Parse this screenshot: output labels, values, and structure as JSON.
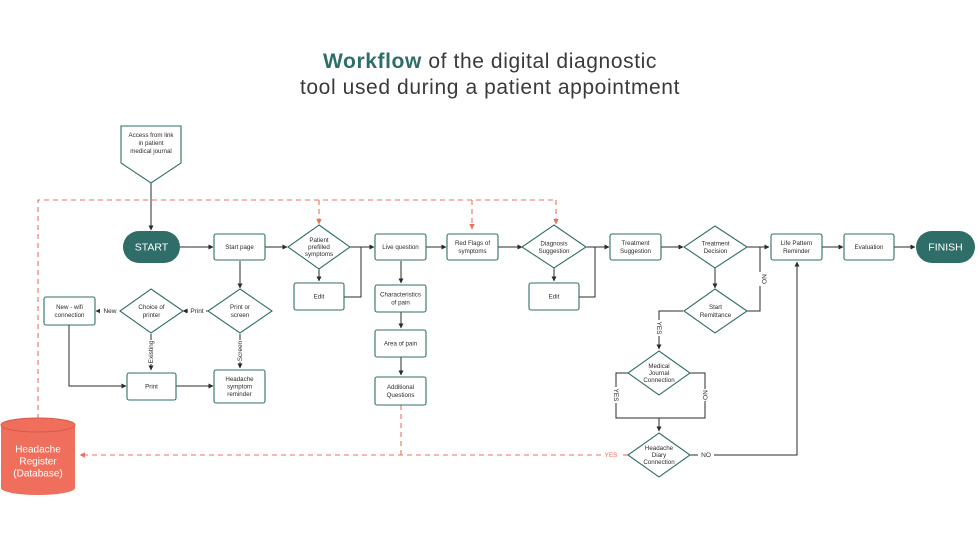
{
  "title": {
    "highlight": "Workflow",
    "line1_rest": " of the digital diagnostic",
    "line2": "tool used during a patient appointment"
  },
  "colors": {
    "teal": "#2f6e68",
    "dark": "#2b2b2b",
    "accent_red": "#e8735a",
    "database_fill": "#ef6f5c"
  },
  "nodes": {
    "access": [
      "Access from link",
      "in patient",
      "medical journal"
    ],
    "start": [
      "START"
    ],
    "start_page": [
      "Start page"
    ],
    "patient_prefilled": [
      "Patient",
      "prefilled",
      "symptoms"
    ],
    "edit1": [
      "Edit"
    ],
    "live_question": [
      "Live question"
    ],
    "characteristics": [
      "Characteristics",
      "of pain"
    ],
    "area_pain": [
      "Area of pain"
    ],
    "additional": [
      "Additional",
      "Questions"
    ],
    "red_flags": [
      "Red Flags of",
      "symptoms"
    ],
    "diagnosis": [
      "Diagnosis",
      "Suggestion"
    ],
    "edit2": [
      "Edit"
    ],
    "treatment_suggestion": [
      "Treatment",
      "Suggestion"
    ],
    "treatment_decision": [
      "Treatment",
      "Decision"
    ],
    "start_remittance": [
      "Start",
      "Remittance"
    ],
    "medical_journal": [
      "Medical",
      "Journal",
      "Connection"
    ],
    "headache_diary": [
      "Headache",
      "Diary",
      "Connection"
    ],
    "life_pattern": [
      "Life Pattern",
      "Reminder"
    ],
    "evaluation": [
      "Evaluation"
    ],
    "finish": [
      "FINISH"
    ],
    "print_or_screen": [
      "Print or",
      "screen"
    ],
    "headache_reminder": [
      "Headache",
      "symptom",
      "reminder"
    ],
    "choice_printer": [
      "Choice of",
      "printer"
    ],
    "new_wifi": [
      "New - wifi",
      "connection"
    ],
    "print": [
      "Print"
    ],
    "database": [
      "Headache",
      "Register",
      "(Database)"
    ]
  },
  "edge_labels": {
    "new": "New",
    "print": "Print",
    "existing": "Existing",
    "screen": "Screen",
    "no_decision": "NO",
    "yes_remittance": "YES",
    "yes_journal": "YES",
    "no_journal": "NO",
    "yes_diary": "YES",
    "no_diary": "NO"
  }
}
